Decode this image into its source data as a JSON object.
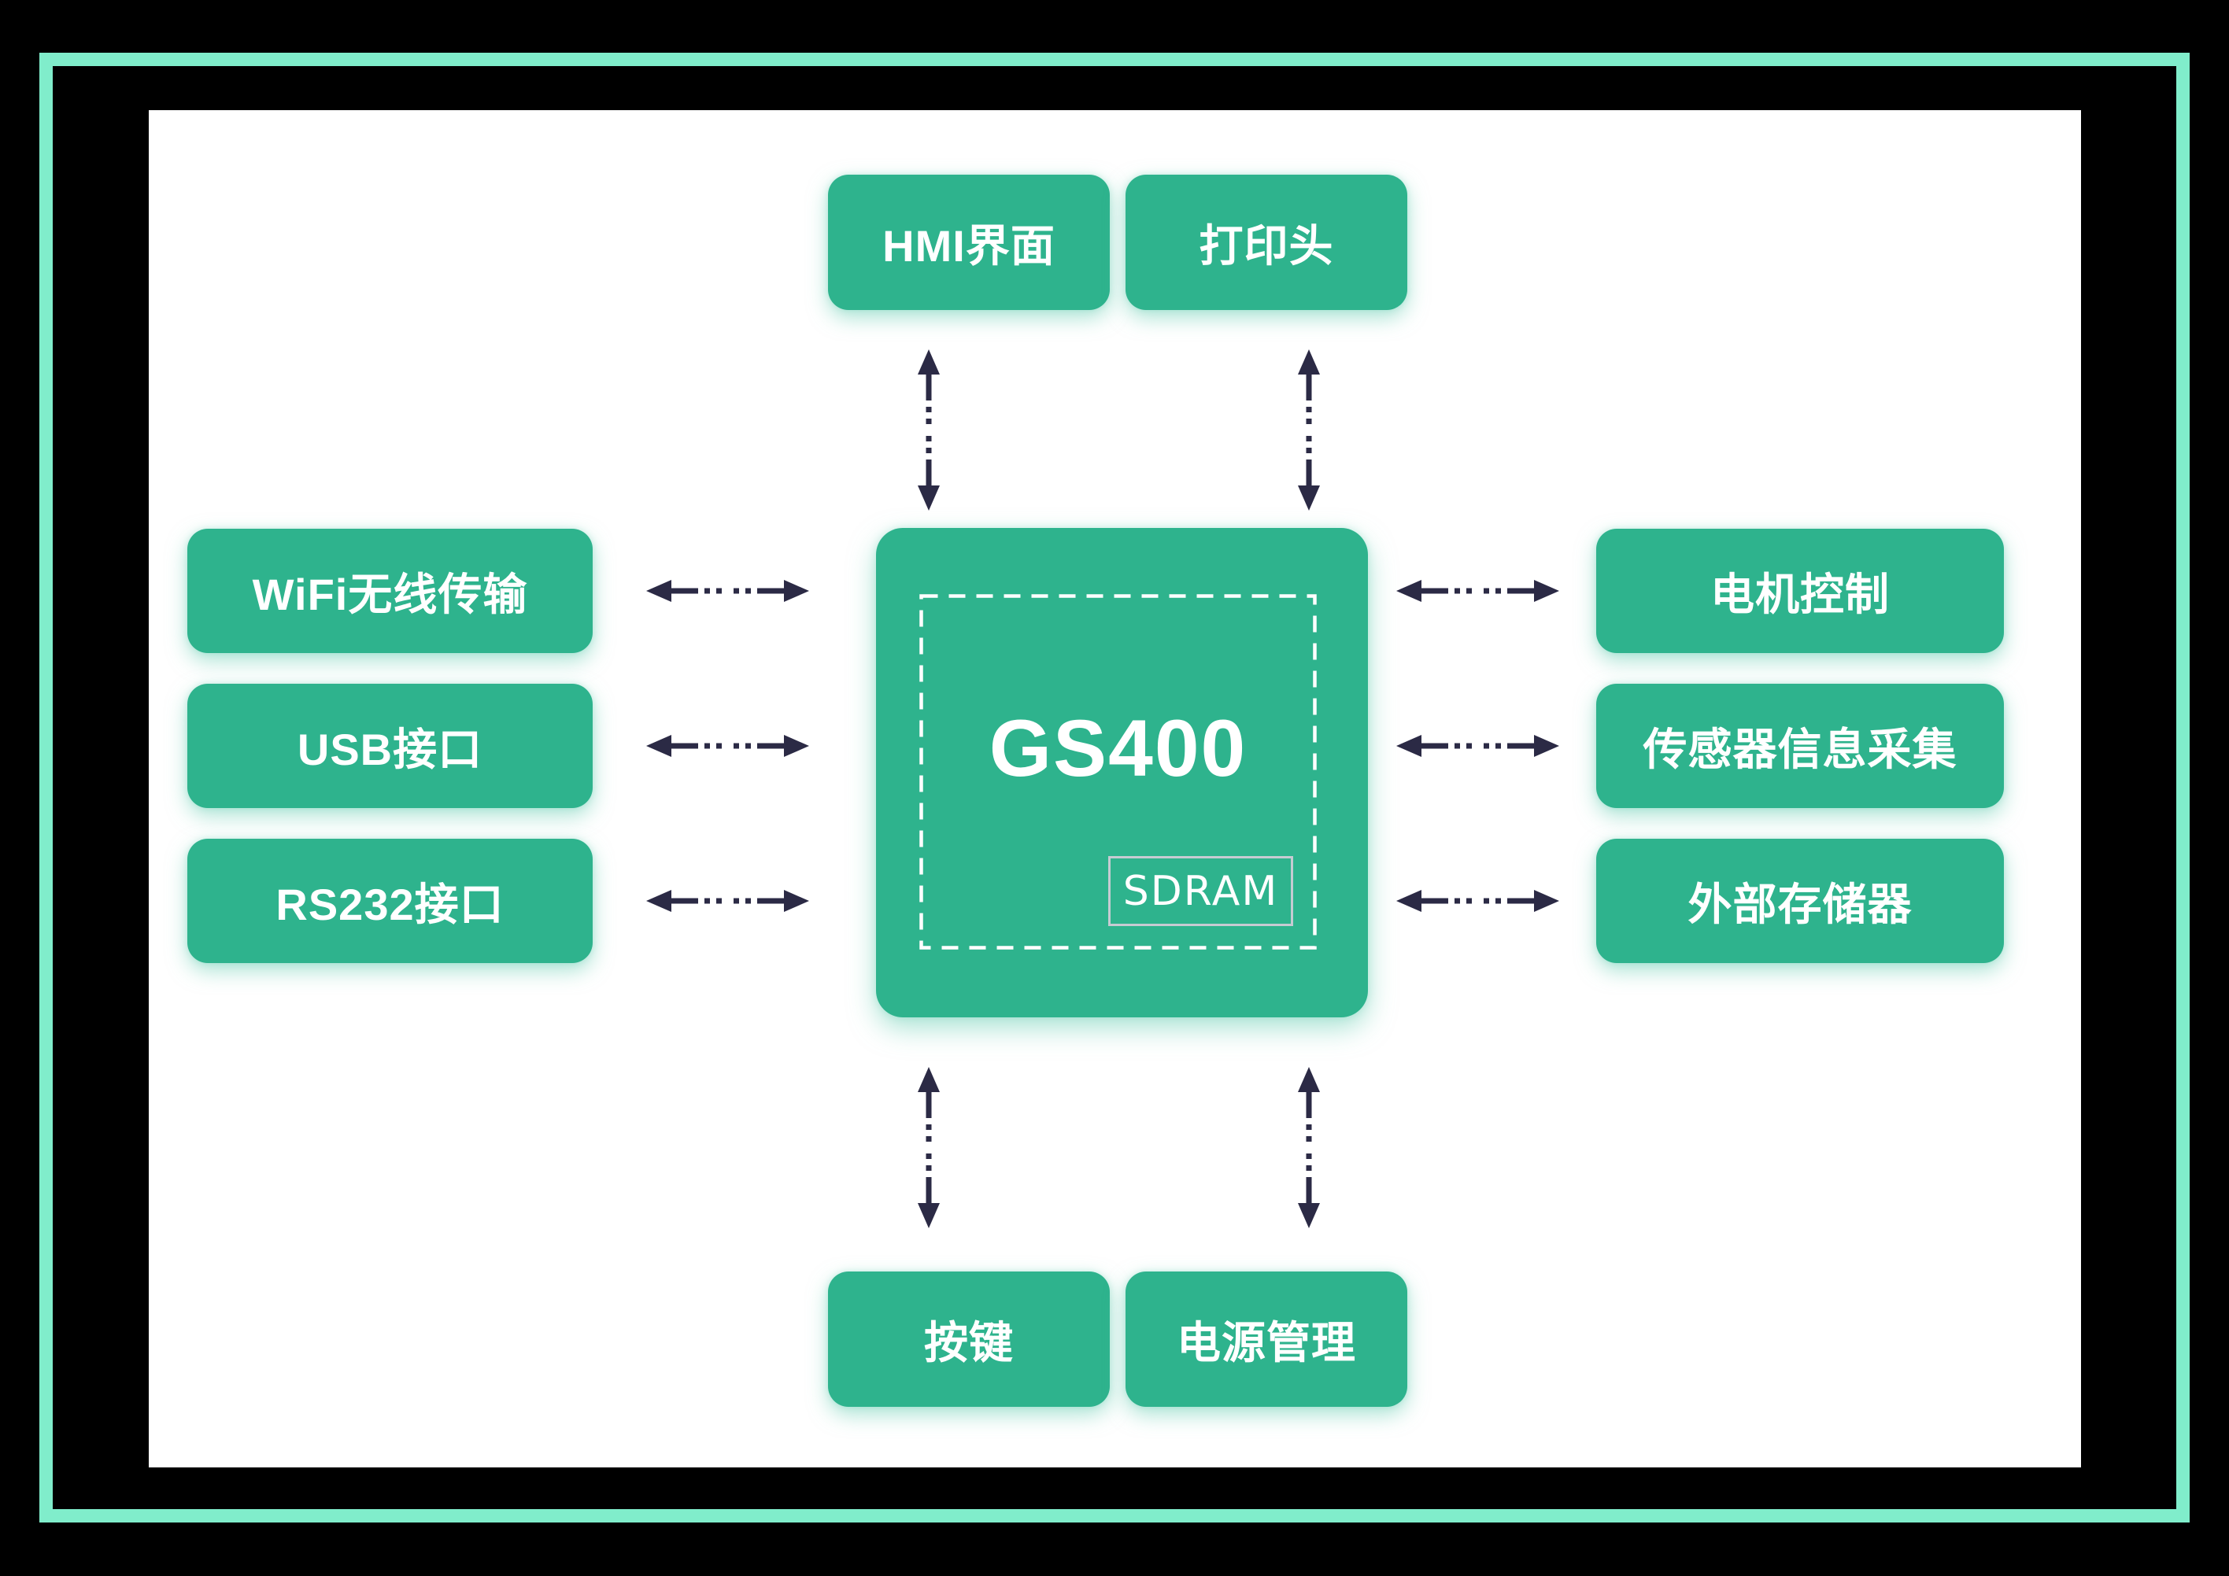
{
  "colors": {
    "page": "#000000",
    "mint": "#80edcb",
    "panel": "#ffffff",
    "green": "#2eb38d",
    "navy": "#2b2a45",
    "white": "#ffffff",
    "sdram_border": "#c6cbd2"
  },
  "nodes": {
    "center": {
      "label": "GS400",
      "memory": "SDRAM"
    },
    "top": [
      {
        "label": "HMI界面"
      },
      {
        "label": "打印头"
      }
    ],
    "left": [
      {
        "label": "WiFi无线传输"
      },
      {
        "label": "USB接口"
      },
      {
        "label": "RS232接口"
      }
    ],
    "right": [
      {
        "label": "电机控制"
      },
      {
        "label": "传感器信息采集"
      },
      {
        "label": "外部存储器"
      }
    ],
    "bottom": [
      {
        "label": "按键"
      },
      {
        "label": "电源管理"
      }
    ]
  }
}
